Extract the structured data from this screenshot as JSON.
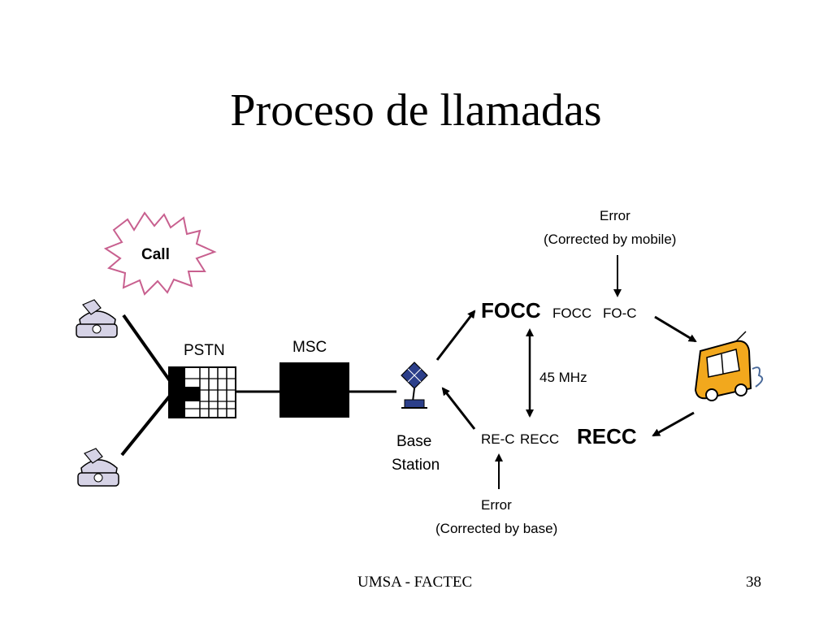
{
  "slide": {
    "title": "Proceso de llamadas",
    "footer_text": "UMSA - FACTEC",
    "slide_number": "38"
  },
  "diagram": {
    "call_label": "Call",
    "pstn_label": "PSTN",
    "msc_label": "MSC",
    "base_station_label_1": "Base",
    "base_station_label_2": "Station",
    "focc_big": "FOCC",
    "focc_small": "FOCC",
    "fo_c": "FO-C",
    "recc_big": "RECC",
    "re_c": "RE-C",
    "recc_small": "RECC",
    "freq_sep": "45 MHz",
    "error_mobile_1": "Error",
    "error_mobile_2": "(Corrected by mobile)",
    "error_base_1": "Error",
    "error_base_2": "(Corrected by base)"
  },
  "colors": {
    "burst_stroke": "#c8608f",
    "phone_fill": "#d6d3e6",
    "vehicle_fill": "#f2a81d"
  }
}
